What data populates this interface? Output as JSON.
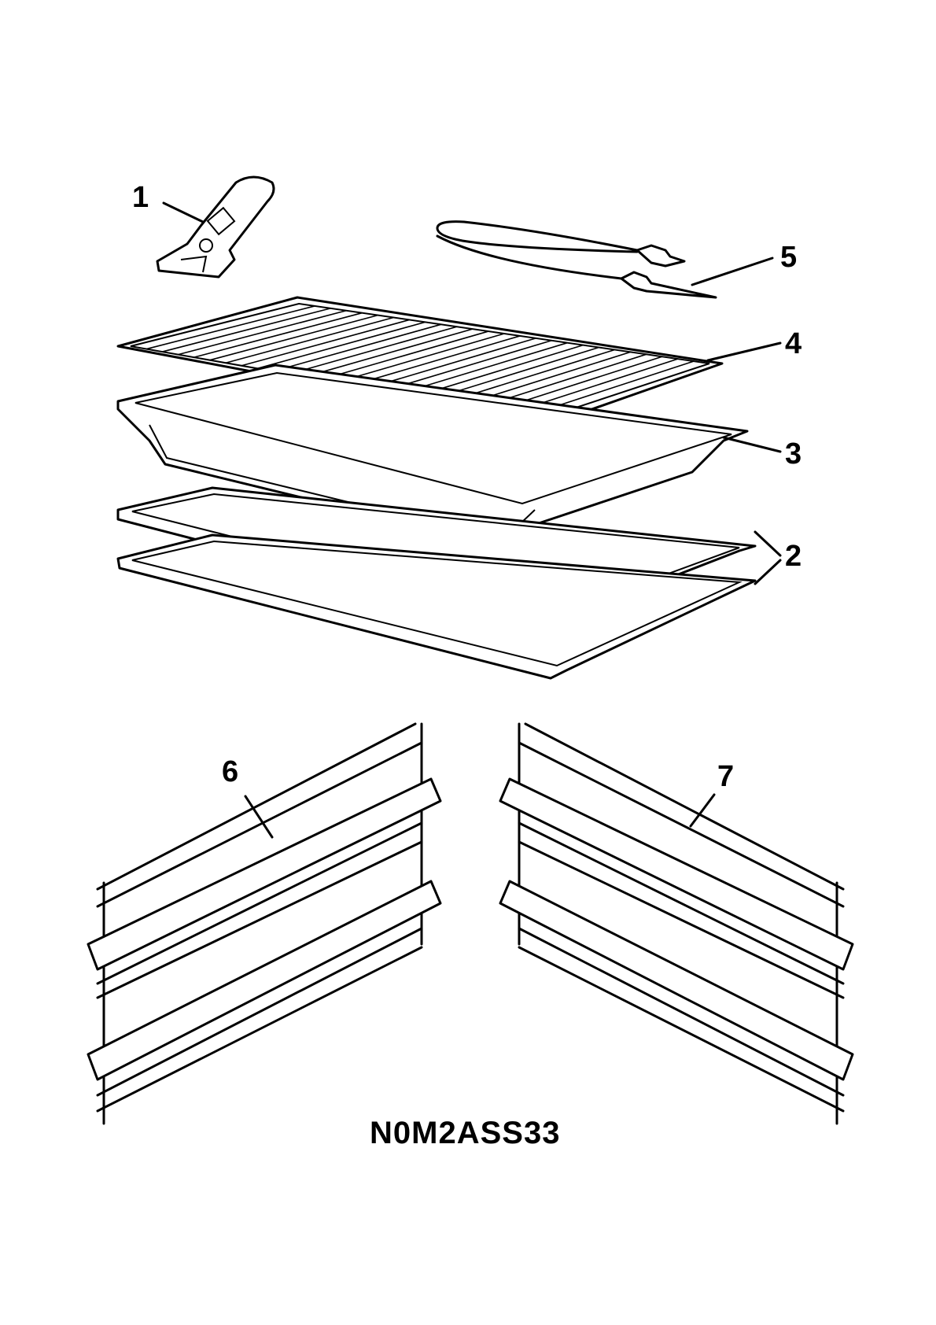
{
  "diagram": {
    "callouts": [
      {
        "id": "1",
        "label": "1",
        "part": "scraper"
      },
      {
        "id": "2",
        "label": "2",
        "part": "baking-trays"
      },
      {
        "id": "3",
        "label": "3",
        "part": "deep-pan"
      },
      {
        "id": "4",
        "label": "4",
        "part": "wire-grid"
      },
      {
        "id": "5",
        "label": "5",
        "part": "meat-probe"
      },
      {
        "id": "6",
        "label": "6",
        "part": "left-shelf-runner"
      },
      {
        "id": "7",
        "label": "7",
        "part": "right-shelf-runner"
      }
    ],
    "model_code": "N0M2ASS33"
  }
}
